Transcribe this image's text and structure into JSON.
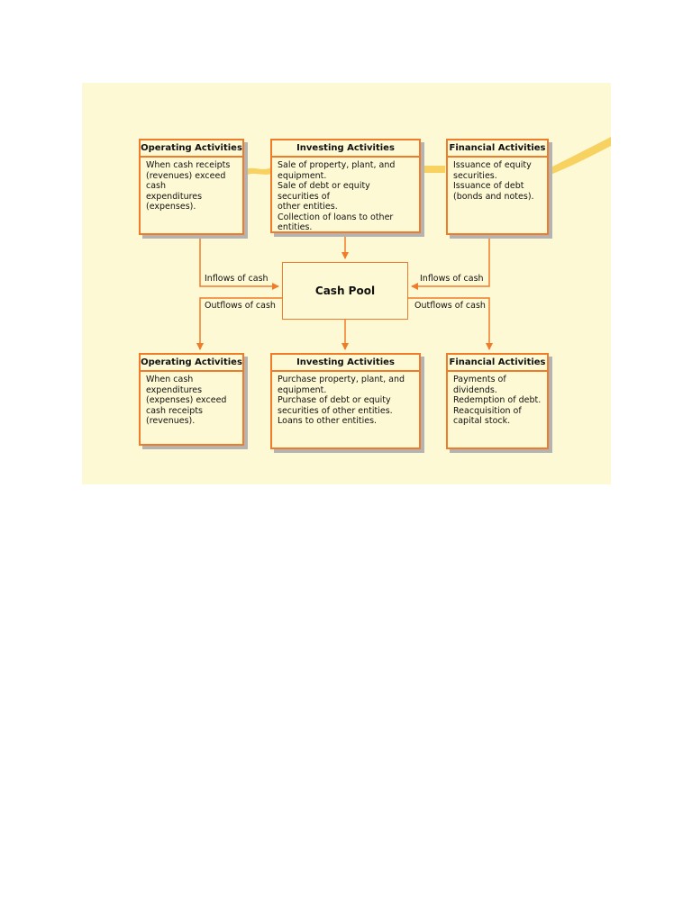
{
  "diagram": {
    "top_row": [
      {
        "title": "Operating Activities",
        "lines": [
          "When cash receipts",
          "(revenues) exceed cash",
          "expenditures",
          "(expenses)."
        ]
      },
      {
        "title": "Investing Activities",
        "lines": [
          "Sale of property, plant, and",
          "equipment.",
          "Sale of debt or equity securities of",
          "other entities.",
          "Collection of loans to other",
          "entities."
        ]
      },
      {
        "title": "Financial Activities",
        "lines": [
          "Issuance of equity",
          "securities.",
          "Issuance of debt",
          "(bonds and notes)."
        ]
      }
    ],
    "center": {
      "label": "Cash Pool"
    },
    "flow_labels": {
      "inflow_left": "Inflows of cash",
      "inflow_right": "Inflows of cash",
      "outflow_left": "Outflows of cash",
      "outflow_right": "Outflows of cash"
    },
    "bottom_row": [
      {
        "title": "Operating Activities",
        "lines": [
          "When cash",
          "expenditures",
          "(expenses) exceed",
          "cash receipts",
          "(revenues)."
        ]
      },
      {
        "title": "Investing Activities",
        "lines": [
          "Purchase property, plant, and",
          "equipment.",
          "Purchase of debt or equity",
          "securities of other entities.",
          "Loans to other entities."
        ]
      },
      {
        "title": "Financial Activities",
        "lines": [
          "Payments of",
          "dividends.",
          "Redemption of debt.",
          "Reacquisition of",
          "capital stock."
        ]
      }
    ],
    "colors": {
      "accent": "#f07c2a",
      "background": "#fdf9d4",
      "shadow": "#b3b3b3",
      "brush_stroke": "#f5c842"
    }
  }
}
